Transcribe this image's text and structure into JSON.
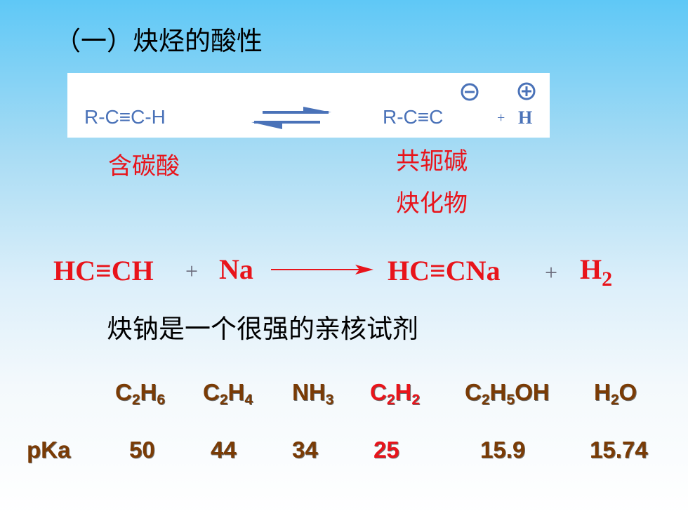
{
  "title": "（一）炔烃的酸性",
  "equilibrium": {
    "left": "R-C≡C-H",
    "right": "R-C≡C",
    "plus": "+",
    "proton": "H",
    "left_label": "含碳酸",
    "right_label_1": "共轭碱",
    "right_label_2": "炔化物"
  },
  "reaction": {
    "reactant": "HC≡CH",
    "plus_1": "+",
    "reagent": "Na",
    "product": "HC≡CNa",
    "plus_2": "+",
    "byproduct_base": "H",
    "byproduct_sub": "2"
  },
  "note": "炔钠是一个很强的亲核试剂",
  "pka_table": {
    "row_label": "pKa",
    "compounds": [
      {
        "parts": [
          [
            "C",
            ""
          ],
          [
            "2",
            "sub"
          ],
          [
            "H",
            ""
          ],
          [
            "6",
            "sub"
          ]
        ],
        "pka": "50",
        "highlight": false
      },
      {
        "parts": [
          [
            "C",
            ""
          ],
          [
            "2",
            "sub"
          ],
          [
            "H",
            ""
          ],
          [
            "4",
            "sub"
          ]
        ],
        "pka": "44",
        "highlight": false
      },
      {
        "parts": [
          [
            "NH",
            ""
          ],
          [
            "3",
            "sub"
          ]
        ],
        "pka": "34",
        "highlight": false
      },
      {
        "parts": [
          [
            "C",
            ""
          ],
          [
            "2",
            "sub"
          ],
          [
            "H",
            ""
          ],
          [
            "2",
            "sub"
          ]
        ],
        "pka": "25",
        "highlight": true
      },
      {
        "parts": [
          [
            "C",
            ""
          ],
          [
            "2",
            "sub"
          ],
          [
            "H",
            ""
          ],
          [
            "5",
            "sub"
          ],
          [
            "OH",
            ""
          ]
        ],
        "pka": "15.9",
        "highlight": false
      },
      {
        "parts": [
          [
            "H",
            ""
          ],
          [
            "2",
            "sub"
          ],
          [
            "O",
            ""
          ]
        ],
        "pka": "15.74",
        "highlight": false
      }
    ]
  },
  "colors": {
    "red": "#e8141b",
    "brown": "#7a3b05",
    "equation_blue": "#4a72b8",
    "gray": "#6a6a7a"
  }
}
